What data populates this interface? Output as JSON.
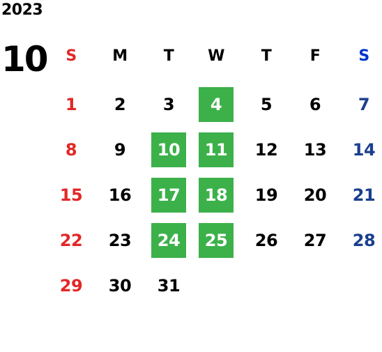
{
  "calendar": {
    "year": "2023",
    "month": "10",
    "highlight_color": "#3cb14a",
    "sunday_color": "#e32727",
    "saturday_color": "#1a3f8f",
    "weekdays": [
      "S",
      "M",
      "T",
      "W",
      "T",
      "F",
      "S"
    ],
    "weeks": [
      [
        "1",
        "2",
        "3",
        "4",
        "5",
        "6",
        "7"
      ],
      [
        "8",
        "9",
        "10",
        "11",
        "12",
        "13",
        "14"
      ],
      [
        "15",
        "16",
        "17",
        "18",
        "19",
        "20",
        "21"
      ],
      [
        "22",
        "23",
        "24",
        "25",
        "26",
        "27",
        "28"
      ],
      [
        "29",
        "30",
        "31",
        "",
        "",
        "",
        ""
      ]
    ],
    "highlighted_days": [
      "4",
      "10",
      "11",
      "17",
      "18",
      "24",
      "25"
    ]
  }
}
